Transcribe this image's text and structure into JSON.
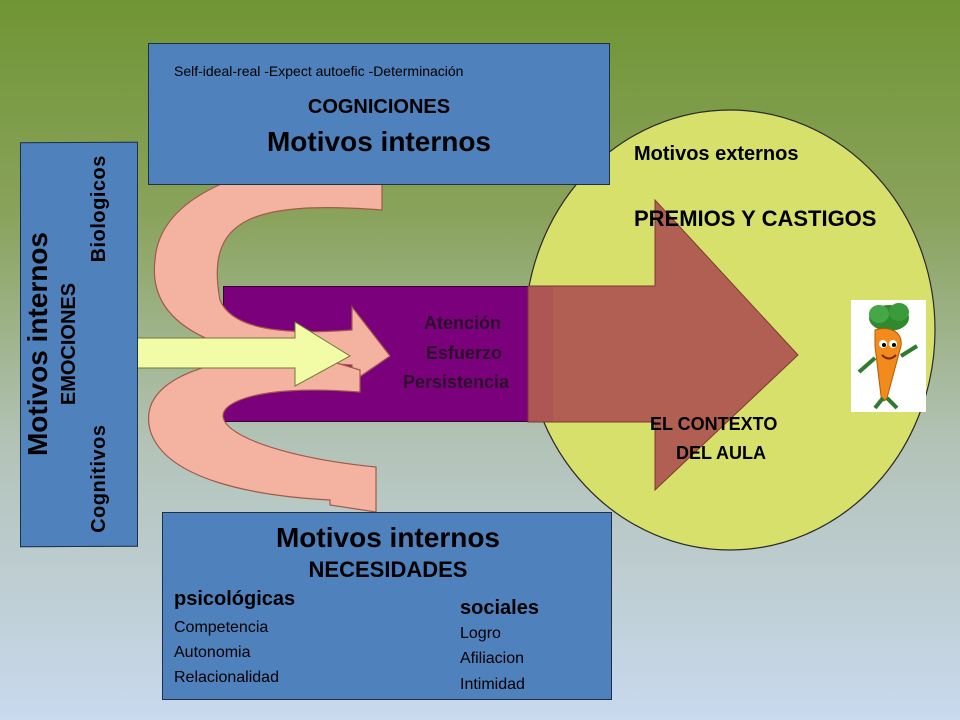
{
  "top_box": {
    "subheading": "Self-ideal-real -Expect autoefic -Determinación",
    "heading": "COGNICIONES",
    "title": "Motivos internos"
  },
  "left_box": {
    "title": "Motivos internos",
    "subtitle": "EMOCIONES",
    "left_word": "Cognitivos",
    "right_word": "Biologicos"
  },
  "center_box": {
    "line1": "Atención",
    "line2": "Esfuerzo",
    "line3": "Persistencia"
  },
  "circle": {
    "title": "Motivos externos",
    "subtitle": "PREMIOS Y CASTIGOS",
    "context_line1": "EL CONTEXTO",
    "context_line2": "DEL AULA"
  },
  "bottom_box": {
    "title": "Motivos internos",
    "heading": "NECESIDADES",
    "psych_title": "psicológicas",
    "psych_items": [
      "Competencia",
      "Autonomia",
      "Relacionalidad"
    ],
    "social_title": "sociales",
    "social_items": [
      "Logro",
      "Afiliacion",
      "Intimidad"
    ]
  },
  "colors": {
    "box_blue": "#4f81bd",
    "center_purple": "#7b007b",
    "circle_green": "#d6e06a",
    "big_arrow": "#b05a52",
    "curved_arrow": "#f4b3a0",
    "small_arrow": "#f2fba6"
  },
  "icons": [
    "carrot-mascot-icon"
  ]
}
